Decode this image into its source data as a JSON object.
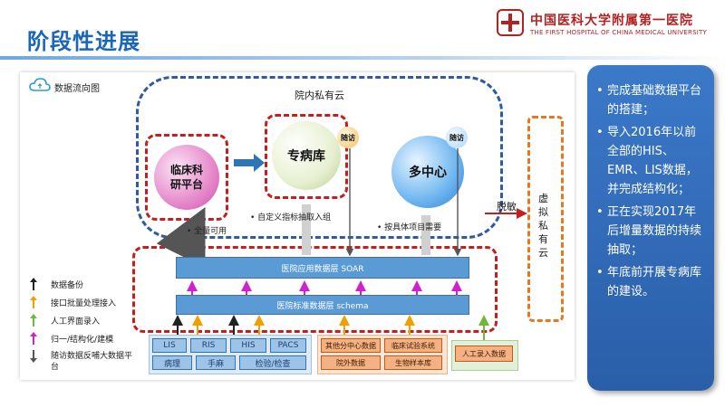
{
  "slide": {
    "title": "阶段性进展",
    "logo": {
      "chinese": "中国医科大学附属第一医院",
      "english": "THE FIRST HOSPITAL OF CHINA MEDICAL UNIVERSITY"
    }
  },
  "diagram": {
    "cloud_label": "数据流向图",
    "private_cloud": "院内私有云",
    "clinical_platform": "临床科研平台",
    "specialty_db": "专病库",
    "multi_center": "多中心",
    "follow_up_1": "随访",
    "follow_up_2": "随访",
    "full_use": "全量可用",
    "custom_extract": "自定义指标抽取入组",
    "project_need": "按具体项目需要",
    "desensitize": "脱敏",
    "virtual_cloud": "虚拟私有云",
    "app_layer": "医院应用数据层 SOAR",
    "std_layer": "医院标准数据层 schema",
    "sources_blue": [
      "LIS",
      "RIS",
      "HIS",
      "PACS",
      "病理",
      "手麻",
      "检验/检查"
    ],
    "sources_orange": [
      "其他分中心数据",
      "临床试验系统",
      "院外数据",
      "生物样本库"
    ],
    "manual_entry": "人工录入数据"
  },
  "legend": [
    {
      "label": "数据备份",
      "color": "#222222"
    },
    {
      "label": "接口批量处理接入",
      "color": "#f0a000"
    },
    {
      "label": "人工界面录入",
      "color": "#70b83c"
    },
    {
      "label": "归一/结构化/建模",
      "color": "#d020d0"
    },
    {
      "label": "随访数据反哺大数据平台",
      "color": "#555555"
    }
  ],
  "summary": [
    "完成基础数据平台的搭建；",
    "导入2016年以前全部的HIS、EMR、LIS数据，并完成结构化；",
    "正在实现2017年后增量数据的持续抽取；",
    "年底前开展专病库的建设。"
  ]
}
